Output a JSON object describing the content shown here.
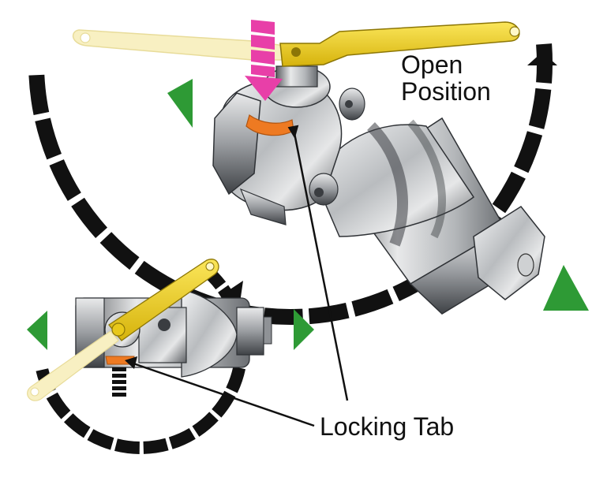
{
  "labels": {
    "open_line1": "Open",
    "open_line2": "Position",
    "locking_tab": "Locking Tab"
  },
  "colors": {
    "arc_segment": "#111111",
    "handle_yellow": "#f2d21a",
    "handle_ghost": "#f8f0c2",
    "locking_tab_orange": "#ee7a22",
    "arrow_magenta": "#e83fa8",
    "direction_arrow_green": "#2e9a35",
    "valve_metal": "#cfd1d3"
  },
  "icons": {
    "direction": "triangle-arrow-icon",
    "rotation": "arc-arrow-icon"
  }
}
